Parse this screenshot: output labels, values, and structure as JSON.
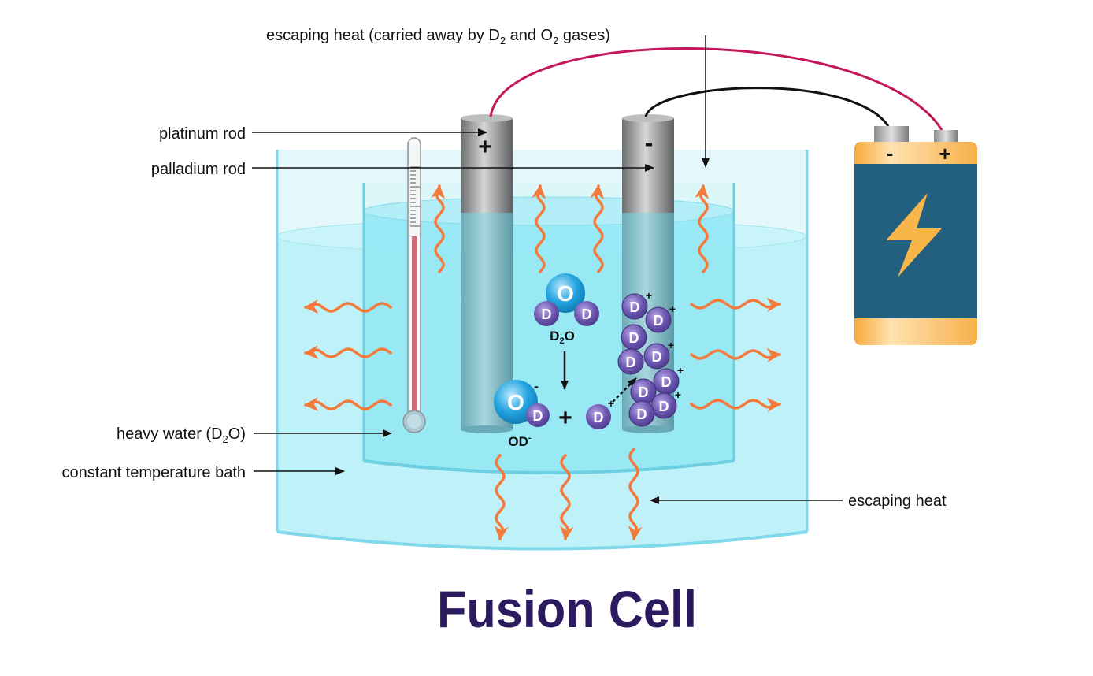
{
  "title": "Fusion Cell",
  "labels": {
    "escaping_heat_top_pre": "escaping heat (carried away by D",
    "sub_2": "2",
    "escaping_heat_top_mid": " and O",
    "escaping_heat_top_post": " gases)",
    "platinum_rod": "platinum rod",
    "palladium_rod": "palladium rod",
    "heavy_water_pre": "heavy water (D",
    "heavy_water_post": "O)",
    "constant_bath": "constant temperature bath",
    "escaping_heat": "escaping heat"
  },
  "molecules": {
    "oxygen": "O",
    "deuterium": "D",
    "d2o_pre": "D",
    "d2o_post": "O",
    "od": "OD",
    "minus": "-",
    "plus": "+"
  },
  "battery": {
    "neg": "-",
    "pos": "+"
  },
  "electrodes": {
    "platinum_sign": "+",
    "palladium_sign": "-"
  },
  "colors": {
    "bath": "#bff1f8",
    "water": "#8fe6f5",
    "heat_arrow": "#f37a3a",
    "deuterium": "#6a55b0",
    "oxygen": "#1f9fd8",
    "battery_body": "#23607f",
    "battery_cap": "#f8b54a",
    "wire_pos": "#c2185b",
    "wire_neg": "#111111",
    "title": "#2b1a5e"
  }
}
